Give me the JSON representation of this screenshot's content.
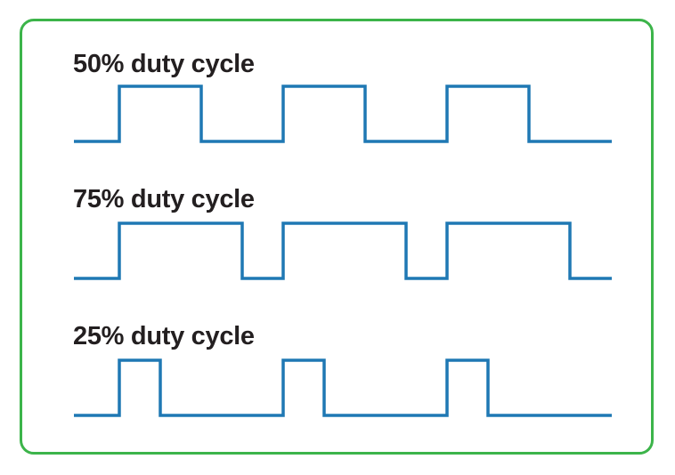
{
  "diagram": {
    "colors": {
      "border": "#3cb44a",
      "wave": "#1f78b4",
      "text": "#231f20"
    },
    "waveforms": [
      {
        "label": "50% duty cycle",
        "duty": 0.5,
        "periods": 3
      },
      {
        "label": "75% duty cycle",
        "duty": 0.75,
        "periods": 3
      },
      {
        "label": "25% duty cycle",
        "duty": 0.25,
        "periods": 3
      }
    ]
  }
}
